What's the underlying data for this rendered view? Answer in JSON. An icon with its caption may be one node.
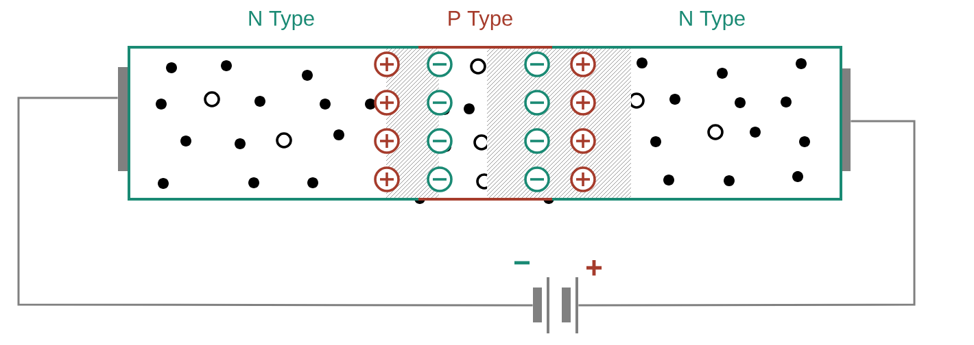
{
  "diagram": {
    "nodes": [
      {
        "text": [
          "N Type"
        ]
      },
      {
        "text": [
          "P Type"
        ]
      },
      {
        "text": [
          "N Type"
        ]
      },
      {
        "text": [],
        "shape": "battery"
      }
    ],
    "edges": [
      {
        "from": 0,
        "to": 3,
        "arrow": "none"
      },
      {
        "from": 3,
        "to": 2,
        "arrow": "none"
      }
    ],
    "labels": [
      "−",
      "+"
    ]
  }
}
